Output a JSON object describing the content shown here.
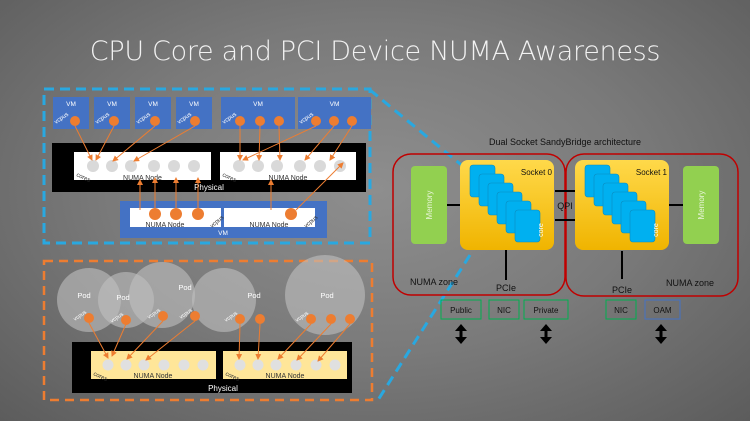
{
  "title": "CPU Core and PCI Device NUMA Awareness",
  "colors": {
    "vm_blue": "#4472c4",
    "vcpu_orange": "#ed7d31",
    "dash_blue": "#29a8e0",
    "dash_orange": "#ed7d31",
    "numa_red": "#c00000",
    "memory_green": "#92d050",
    "socket_yellow": "#ffc000",
    "core_blue": "#00b0f0",
    "numa_yellow": "#ffe699"
  },
  "vm_section": {
    "vm_label": "VM",
    "vcpus_label": "vcpus",
    "cores_label": "cores",
    "numa_node_label": "NUMA Node",
    "physical_label": "Physical"
  },
  "pod_section": {
    "pod_label": "Pod",
    "vcpus_label": "vcpus",
    "cores_label": "cores",
    "numa_node_label": "NUMA Node",
    "physical_label": "Physical"
  },
  "architecture": {
    "title": "Dual Socket SandyBridge  architecture",
    "memory_label": "Memory",
    "socket0": "Socket 0",
    "socket1": "Socket 1",
    "core_label": "core",
    "qpi_label": "QPI",
    "pcie_label": "PCIe",
    "numa_zone_label": "NUMA zone",
    "devices": [
      {
        "label": "Public",
        "border": "#00b050"
      },
      {
        "label": "NIC",
        "border": "#00b050"
      },
      {
        "label": "Private",
        "border": "#00b050"
      },
      {
        "label": "NIC",
        "border": "#00b050"
      },
      {
        "label": "OAM",
        "border": "#4472c4"
      }
    ]
  }
}
